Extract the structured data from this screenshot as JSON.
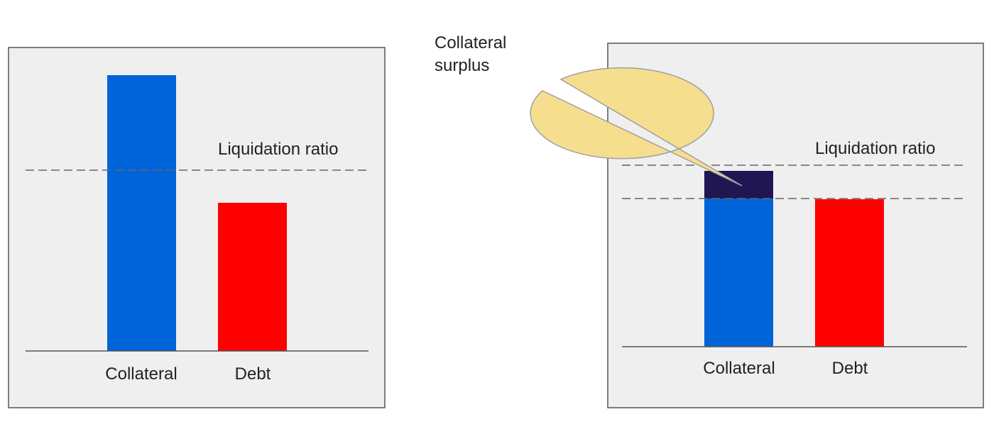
{
  "colors": {
    "panel_fill": "#efefef",
    "panel_border": "#555555",
    "collateral": "#0064d9",
    "debt": "#ff0000",
    "surplus": "#201652",
    "callout_fill": "#f6de8f",
    "callout_stroke": "#a0a0a0",
    "dashed_line": "#666666",
    "baseline": "#555555"
  },
  "left_panel": {
    "bar_labels": [
      "Collateral",
      "Debt"
    ],
    "threshold_label": "Liquidation ratio"
  },
  "right_panel": {
    "bar_labels": [
      "Collateral",
      "Debt"
    ],
    "threshold_label": "Liquidation ratio"
  },
  "callout": {
    "lines": [
      "Collateral",
      "surplus"
    ]
  }
}
